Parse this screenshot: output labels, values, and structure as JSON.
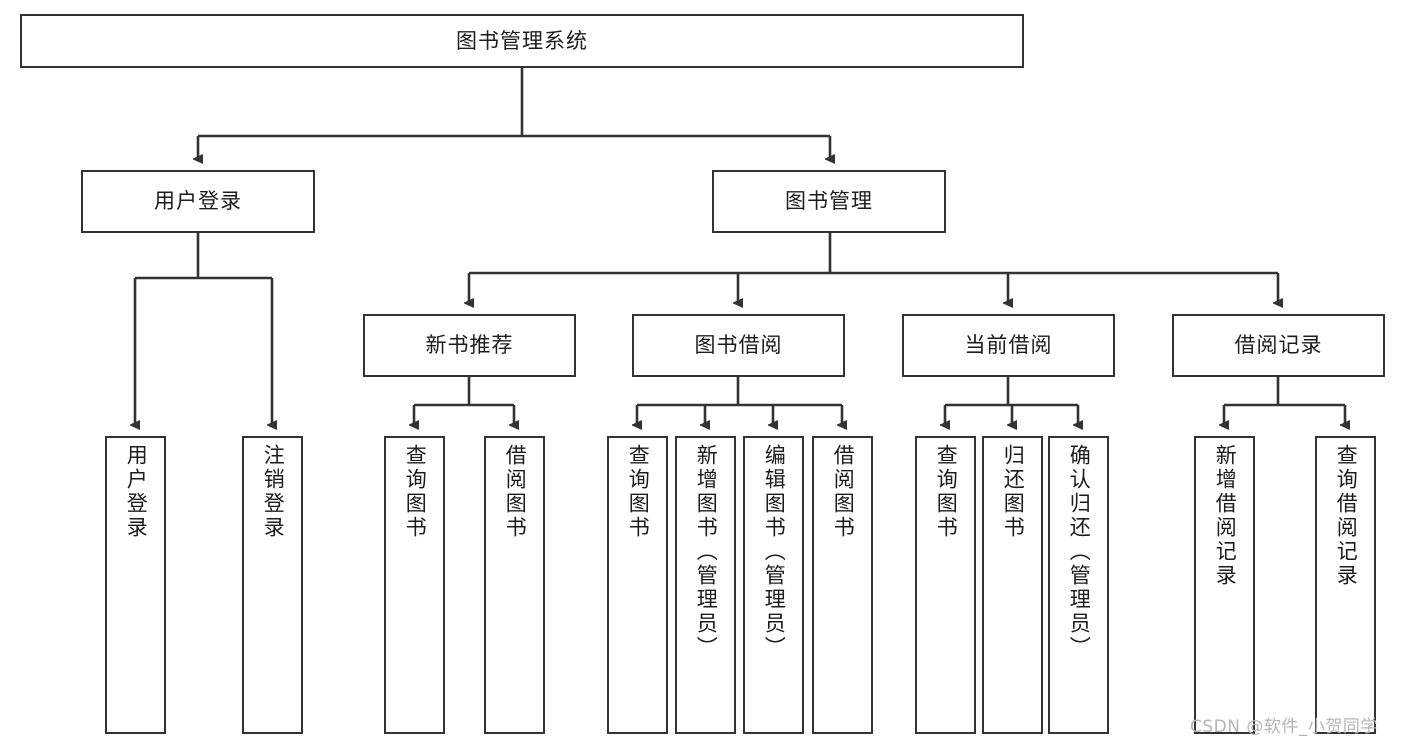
{
  "diagram": {
    "title": "图书管理系统",
    "watermark": "CSDN @软件_小贺同学",
    "colors": {
      "node_border": "#333333",
      "node_fill": "#ffffff",
      "edge": "#333333",
      "text": "#1c1c1c",
      "watermark": "#b5b5b5",
      "background": "#ffffff"
    },
    "levels": {
      "root": "图书管理系统",
      "level2": [
        "用户登录",
        "图书管理"
      ],
      "level3": [
        "新书推荐",
        "图书借阅",
        "当前借阅",
        "借阅记录"
      ]
    },
    "nodes": {
      "root": {
        "label": "图书管理系统"
      },
      "user_login": {
        "label": "用户登录"
      },
      "book_manage": {
        "label": "图书管理"
      },
      "new_book_rec": {
        "label": "新书推荐"
      },
      "book_borrow": {
        "label": "图书借阅"
      },
      "current_borrow": {
        "label": "当前借阅"
      },
      "borrow_record": {
        "label": "借阅记录"
      },
      "leaf_user_login": {
        "label": "用户登录"
      },
      "leaf_logout": {
        "label": "注销登录"
      },
      "leaf_query_book_a": {
        "label": "查询图书"
      },
      "leaf_borrow_book_a": {
        "label": "借阅图书"
      },
      "leaf_query_book_b": {
        "label": "查询图书"
      },
      "leaf_add_book": {
        "label": "新增图书（管理员）"
      },
      "leaf_edit_book": {
        "label": "编辑图书（管理员）"
      },
      "leaf_borrow_book_b": {
        "label": "借阅图书"
      },
      "leaf_query_book_c": {
        "label": "查询图书"
      },
      "leaf_return_book": {
        "label": "归还图书"
      },
      "leaf_confirm_return": {
        "label": "确认归还（管理员）"
      },
      "leaf_add_record": {
        "label": "新增借阅记录"
      },
      "leaf_query_record": {
        "label": "查询借阅记录"
      }
    }
  }
}
